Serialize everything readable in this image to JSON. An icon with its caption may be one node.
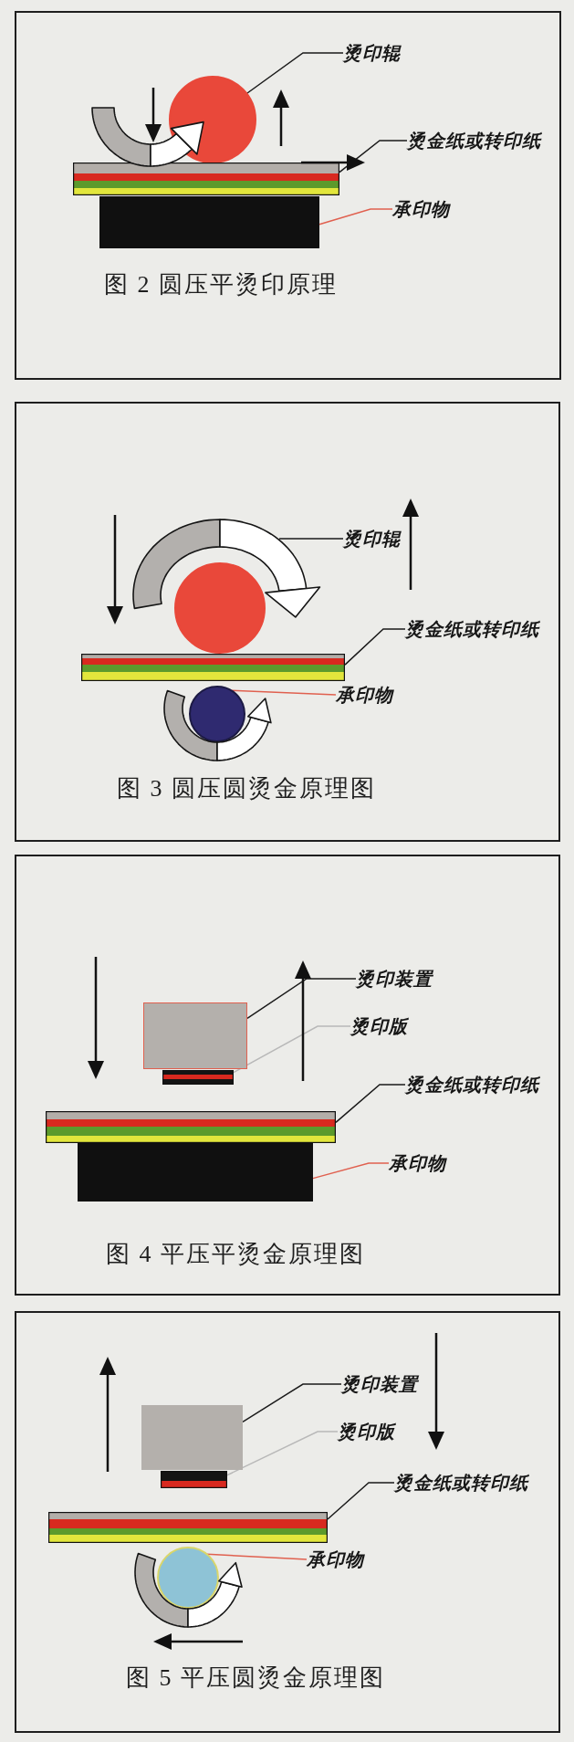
{
  "diagram": {
    "nodes": [
      {
        "text": [
          "图 2 圆压平烫印原理"
        ]
      },
      {
        "text": [
          "烫印辊"
        ],
        "in": 0
      },
      {
        "text": [],
        "shape": "circle",
        "in": 0
      },
      {
        "text": [
          "烫金纸或转印纸"
        ],
        "in": 0
      },
      {
        "text": [],
        "shape": "bar",
        "in": 0
      },
      {
        "text": [
          "承印物"
        ],
        "in": 0
      },
      {
        "text": [],
        "shape": "box",
        "in": 0
      },
      {
        "text": [
          "图 3 圆压圆烫金原理图"
        ]
      },
      {
        "text": [
          "烫印辊"
        ],
        "in": 7
      },
      {
        "text": [],
        "shape": "circle",
        "in": 7
      },
      {
        "text": [
          "烫金纸或转印纸"
        ],
        "in": 7
      },
      {
        "text": [],
        "shape": "bar",
        "in": 7
      },
      {
        "text": [
          "承印物"
        ],
        "in": 7
      },
      {
        "text": [],
        "shape": "circle",
        "in": 7
      },
      {
        "text": [
          "图 4 平压平烫金原理图"
        ]
      },
      {
        "text": [
          "烫印装置"
        ],
        "in": 14
      },
      {
        "text": [],
        "shape": "box",
        "in": 14
      },
      {
        "text": [
          "烫印版"
        ],
        "in": 14
      },
      {
        "text": [],
        "shape": "bar",
        "in": 14
      },
      {
        "text": [
          "烫金纸或转印纸"
        ],
        "in": 14
      },
      {
        "text": [],
        "shape": "bar",
        "in": 14
      },
      {
        "text": [
          "承印物"
        ],
        "in": 14
      },
      {
        "text": [],
        "shape": "box",
        "in": 14
      },
      {
        "text": [
          "图 5 平压圆烫金原理图"
        ]
      },
      {
        "text": [
          "烫印装置"
        ],
        "in": 23
      },
      {
        "text": [],
        "shape": "box",
        "in": 23
      },
      {
        "text": [
          "烫印版"
        ],
        "in": 23
      },
      {
        "text": [],
        "shape": "bar",
        "in": 23
      },
      {
        "text": [
          "烫金纸或转印纸"
        ],
        "in": 23
      },
      {
        "text": [],
        "shape": "bar",
        "in": 23
      },
      {
        "text": [
          "承印物"
        ],
        "in": 23
      },
      {
        "text": [],
        "shape": "circle",
        "in": 23
      }
    ],
    "edges": [
      {
        "from": 1,
        "to": 2,
        "arrow": "none"
      },
      {
        "from": 3,
        "to": 4,
        "arrow": "none"
      },
      {
        "from": 5,
        "to": 6,
        "arrow": "none",
        "color": "#e0604f"
      },
      {
        "from": 8,
        "to": null,
        "arrow": "none"
      },
      {
        "from": 10,
        "to": 11,
        "arrow": "none"
      },
      {
        "from": 12,
        "to": 13,
        "arrow": "none",
        "color": "#e0604f"
      },
      {
        "from": 15,
        "to": 16,
        "arrow": "none"
      },
      {
        "from": 17,
        "to": 18,
        "arrow": "none",
        "color": "#b8b8b8"
      },
      {
        "from": 19,
        "to": 20,
        "arrow": "none"
      },
      {
        "from": 21,
        "to": 22,
        "arrow": "none",
        "color": "#e0604f"
      },
      {
        "from": 24,
        "to": 25,
        "arrow": "none"
      },
      {
        "from": 26,
        "to": 27,
        "arrow": "none",
        "color": "#b8b8b8"
      },
      {
        "from": 28,
        "to": 29,
        "arrow": "none"
      },
      {
        "from": 30,
        "to": 31,
        "arrow": "none",
        "color": "#e0604f"
      }
    ]
  }
}
